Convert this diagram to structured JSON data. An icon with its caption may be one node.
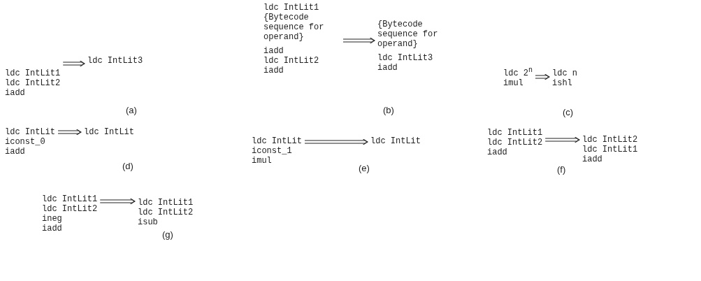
{
  "diagram": {
    "nodes": [
      {
        "text": [
          "ldc IntLit1",
          "ldc IntLit2",
          "iadd"
        ]
      },
      {
        "text": [
          "ldc IntLit3"
        ]
      },
      {
        "text": [
          "ldc IntLit1",
          "{Bytecode sequence for operand}",
          "iadd",
          "ldc IntLit2",
          "iadd"
        ]
      },
      {
        "text": [
          "{Bytecode sequence for operand}",
          "ldc IntLit3",
          "iadd"
        ]
      },
      {
        "text": [
          "ldc 2$^{n}$",
          "imul"
        ]
      },
      {
        "text": [
          "ldc n",
          "ishl"
        ]
      },
      {
        "text": [
          "ldc IntLit",
          "iconst_0",
          "iadd"
        ]
      },
      {
        "text": [
          "ldc IntLit"
        ]
      },
      {
        "text": [
          "ldc IntLit",
          "iconst_1",
          "imul"
        ]
      },
      {
        "text": [
          "ldc IntLit"
        ]
      },
      {
        "text": [
          "ldc IntLit1",
          "ldc IntLit2",
          "iadd"
        ]
      },
      {
        "text": [
          "ldc IntLit2",
          "ldc IntLit1",
          "iadd"
        ]
      },
      {
        "text": [
          "ldc IntLit1",
          "ldc IntLit2",
          "ineg",
          "iadd"
        ]
      },
      {
        "text": [
          "ldc IntLit1",
          "ldc IntLit2",
          "isub"
        ]
      }
    ],
    "edges": [
      {
        "from": 0,
        "to": 1,
        "arrow": "to"
      },
      {
        "from": 2,
        "to": 3,
        "arrow": "to"
      },
      {
        "from": 4,
        "to": 5,
        "arrow": "to"
      },
      {
        "from": 6,
        "to": 7,
        "arrow": "to"
      },
      {
        "from": 8,
        "to": 9,
        "arrow": "to"
      },
      {
        "from": 10,
        "to": 11,
        "arrow": "to"
      },
      {
        "from": 12,
        "to": 13,
        "arrow": "to"
      }
    ],
    "labels": [
      "(a)",
      "(b)",
      "(c)",
      "(d)",
      "(e)",
      "(f)",
      "(g)"
    ]
  }
}
